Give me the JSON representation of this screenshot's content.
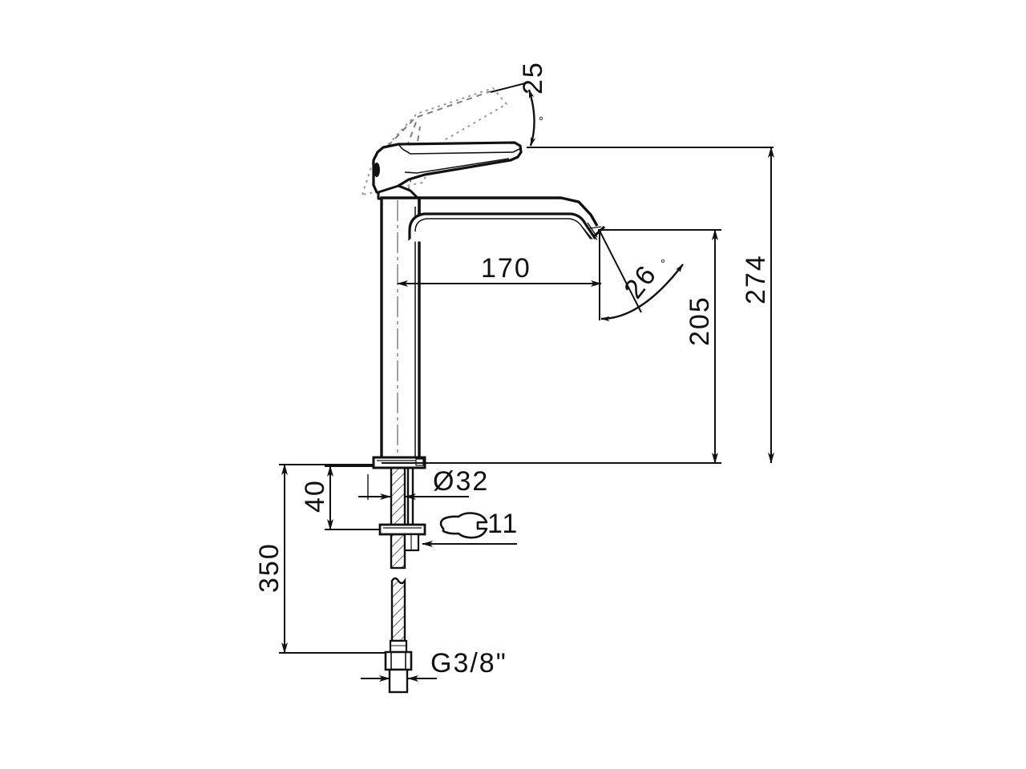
{
  "drawing": {
    "type": "technical-line-drawing",
    "subject": "single-lever basin mixer tap, side elevation",
    "background_color": "#ffffff",
    "line_color": "#111111",
    "units": "mm"
  },
  "dimensions": {
    "handle_open_angle": "25",
    "handle_open_angle_unit": "°",
    "spout_reach": "170",
    "spout_swivel_angle": "26",
    "spout_swivel_angle_unit": "°",
    "spout_outlet_height": "205",
    "overall_height": "274",
    "counter_thickness_max": "40",
    "base_diameter": "Ø32",
    "wrench_size": "11",
    "flexible_hose_length": "350",
    "connection_thread": "G3/8\""
  },
  "labels": [
    {
      "id": "angle-25",
      "text": "25",
      "suffix": "°"
    },
    {
      "id": "reach-170",
      "text": "170"
    },
    {
      "id": "angle-26",
      "text": "26",
      "suffix": "°"
    },
    {
      "id": "height-205",
      "text": "205"
    },
    {
      "id": "height-274",
      "text": "274"
    },
    {
      "id": "thickness-40",
      "text": "40"
    },
    {
      "id": "diameter-32",
      "text": "Ø32"
    },
    {
      "id": "wrench-11",
      "text": "11"
    },
    {
      "id": "hose-350",
      "text": "350"
    },
    {
      "id": "thread-g38",
      "text": "G3/8\""
    }
  ]
}
